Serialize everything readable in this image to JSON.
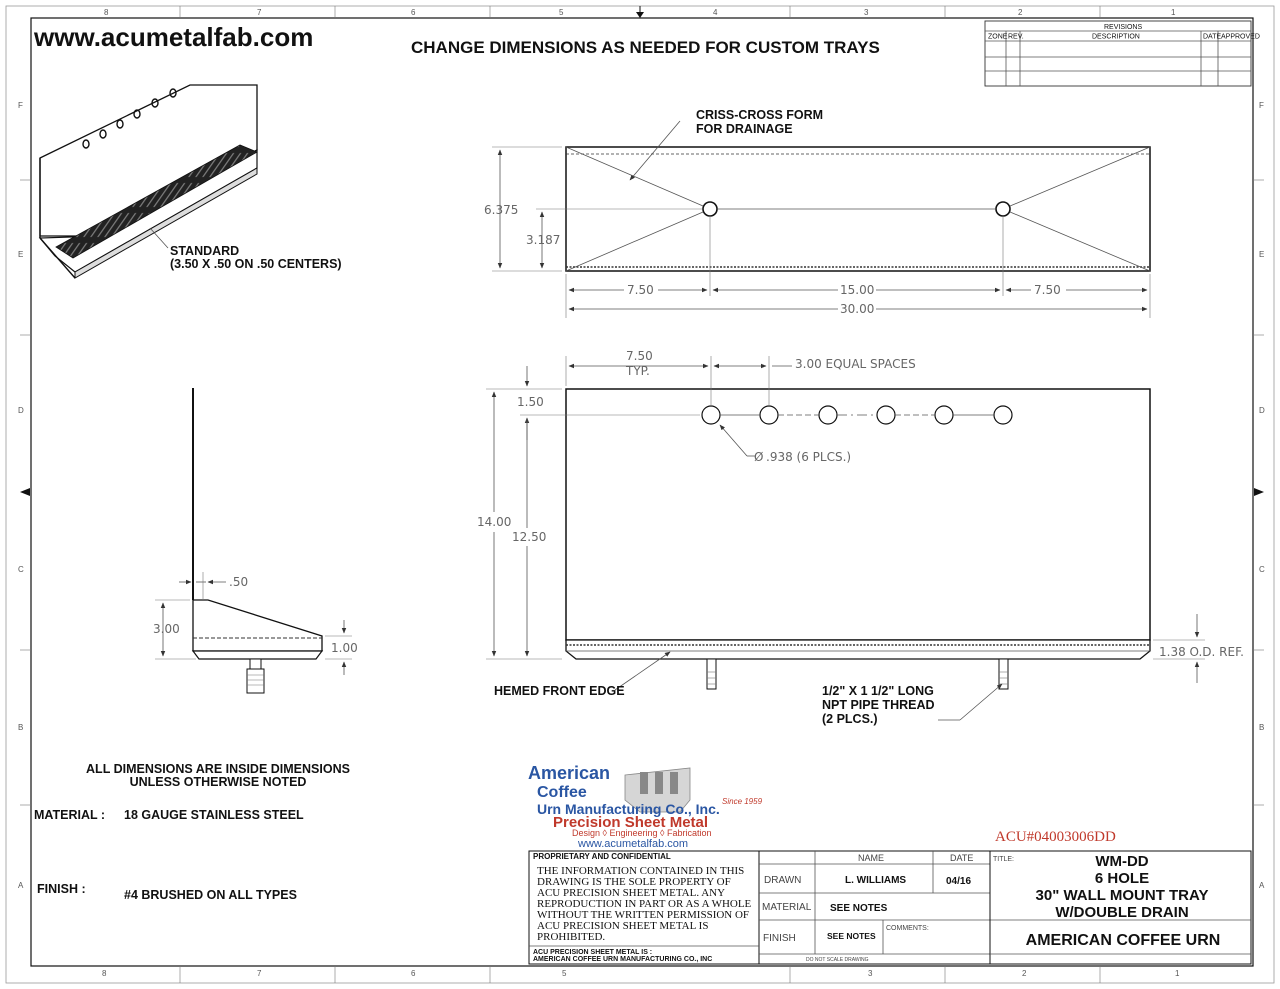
{
  "header": {
    "website": "www.acumetalfab.com",
    "headline": "CHANGE DIMENSIONS AS NEEDED FOR CUSTOM TRAYS"
  },
  "grid": {
    "cols": [
      "8",
      "7",
      "6",
      "5",
      "4",
      "3",
      "2",
      "1"
    ],
    "rows": [
      "F",
      "E",
      "D",
      "C",
      "B",
      "A"
    ]
  },
  "revisions": {
    "title": "REVISIONS",
    "headers": [
      "ZONE",
      "REV.",
      "DESCRIPTION",
      "DATE",
      "APPROVED"
    ]
  },
  "iso_view": {
    "label_line1": "STANDARD",
    "label_line2": "(3.50 X .50 ON .50 CENTERS)"
  },
  "top_view": {
    "callout_line1": "CRISS-CROSS FORM",
    "callout_line2": "FOR DRAINAGE",
    "dim_height": "6.375",
    "dim_half": "3.187",
    "dim_left": "7.50",
    "dim_mid": "15.00",
    "dim_right": "7.50",
    "dim_total": "30.00"
  },
  "front_view": {
    "dim_typ_line1": "7.50",
    "dim_typ_line2": "TYP.",
    "equal_spaces": "3.00 EQUAL SPACES",
    "dim_top": "1.50",
    "hole_note": ".938 (6 PLCS.)",
    "dia_symbol": "Ø",
    "dim_total_height": "14.00",
    "dim_height": "12.50",
    "dim_od": "1.38 O.D. REF.",
    "hem_label": "HEMED FRONT EDGE",
    "pipe_line1": "1/2\" X 1 1/2\" LONG",
    "pipe_line2": "NPT PIPE THREAD",
    "pipe_line3": "(2 PLCS.)"
  },
  "side_view": {
    "dim_thickness": ".50",
    "dim_height": "3.00",
    "dim_lip": "1.00"
  },
  "notes": {
    "dims_line1": "ALL DIMENSIONS ARE INSIDE DIMENSIONS",
    "dims_line2": "UNLESS OTHERWISE NOTED",
    "material_label": "MATERIAL :",
    "material_value": "18 GAUGE STAINLESS STEEL",
    "finish_label": "FINISH :",
    "finish_value": "#4 BRUSHED ON ALL TYPES"
  },
  "logo": {
    "line1": "American",
    "line2": "Coffee",
    "line3": "Urn Manufacturing Co., Inc.",
    "since": "Since 1959",
    "line4": "Precision Sheet Metal",
    "line5": "Design ◊ Engineering ◊ Fabrication",
    "line6": "www.acumetalfab.com"
  },
  "part_number": "ACU#04003006DD",
  "title_block": {
    "proprietary_title": "PROPRIETARY AND CONFIDENTIAL",
    "proprietary_lines": [
      "THE INFORMATION CONTAINED IN THIS",
      "DRAWING IS THE SOLE PROPERTY OF",
      "ACU PRECISION SHEET METAL.  ANY",
      "REPRODUCTION IN PART OR AS A WHOLE",
      "WITHOUT THE WRITTEN PERMISSION OF",
      "ACU PRECISION SHEET METAL IS",
      "PROHIBITED."
    ],
    "footer_line1": "ACU PRECISION SHEET METAL IS :",
    "footer_line2": "AMERICAN COFFEE URN MANUFACTURING CO., INC",
    "name_header": "NAME",
    "date_header": "DATE",
    "drawn_label": "DRAWN",
    "drawn_name": "L. WILLIAMS",
    "drawn_date": "04/16",
    "material_label": "MATERIAL",
    "material_value": "SEE NOTES",
    "finish_label": "FINISH",
    "finish_value": "SEE NOTES",
    "comments_label": "COMMENTS:",
    "title_label": "TITLE:",
    "title_lines": [
      "WM-DD",
      "6 HOLE",
      "30\" WALL MOUNT TRAY",
      "W/DOUBLE DRAIN"
    ],
    "company": "AMERICAN COFFEE URN",
    "no_scale": "DO NOT SCALE DRAWING"
  }
}
